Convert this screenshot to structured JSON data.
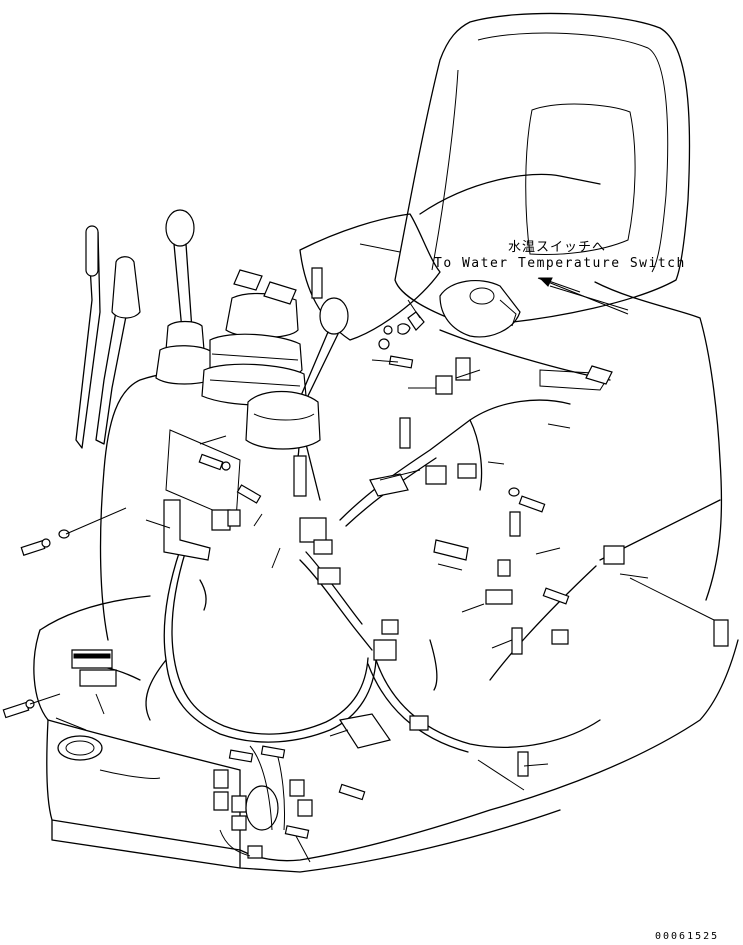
{
  "annotation": {
    "japanese": "水温スイッチへ",
    "english": "To Water Temperature Switch"
  },
  "drawing_number": "00061525"
}
